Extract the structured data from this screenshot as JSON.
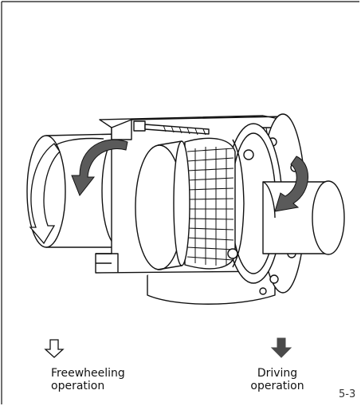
{
  "figure": {
    "number": "5-3",
    "legend": {
      "freewheeling": {
        "line1": "Freewheeling",
        "line2": "operation",
        "arrow_style": "outline"
      },
      "driving": {
        "line1": "Driving",
        "line2": "operation",
        "arrow_style": "solid"
      }
    },
    "colors": {
      "line": "#111111",
      "solid_arrow": "#4a4a4a",
      "background": "#ffffff"
    },
    "icons": [
      "outline-down-arrow-icon",
      "solid-down-arrow-icon",
      "curved-rotation-arrow-icon"
    ]
  }
}
